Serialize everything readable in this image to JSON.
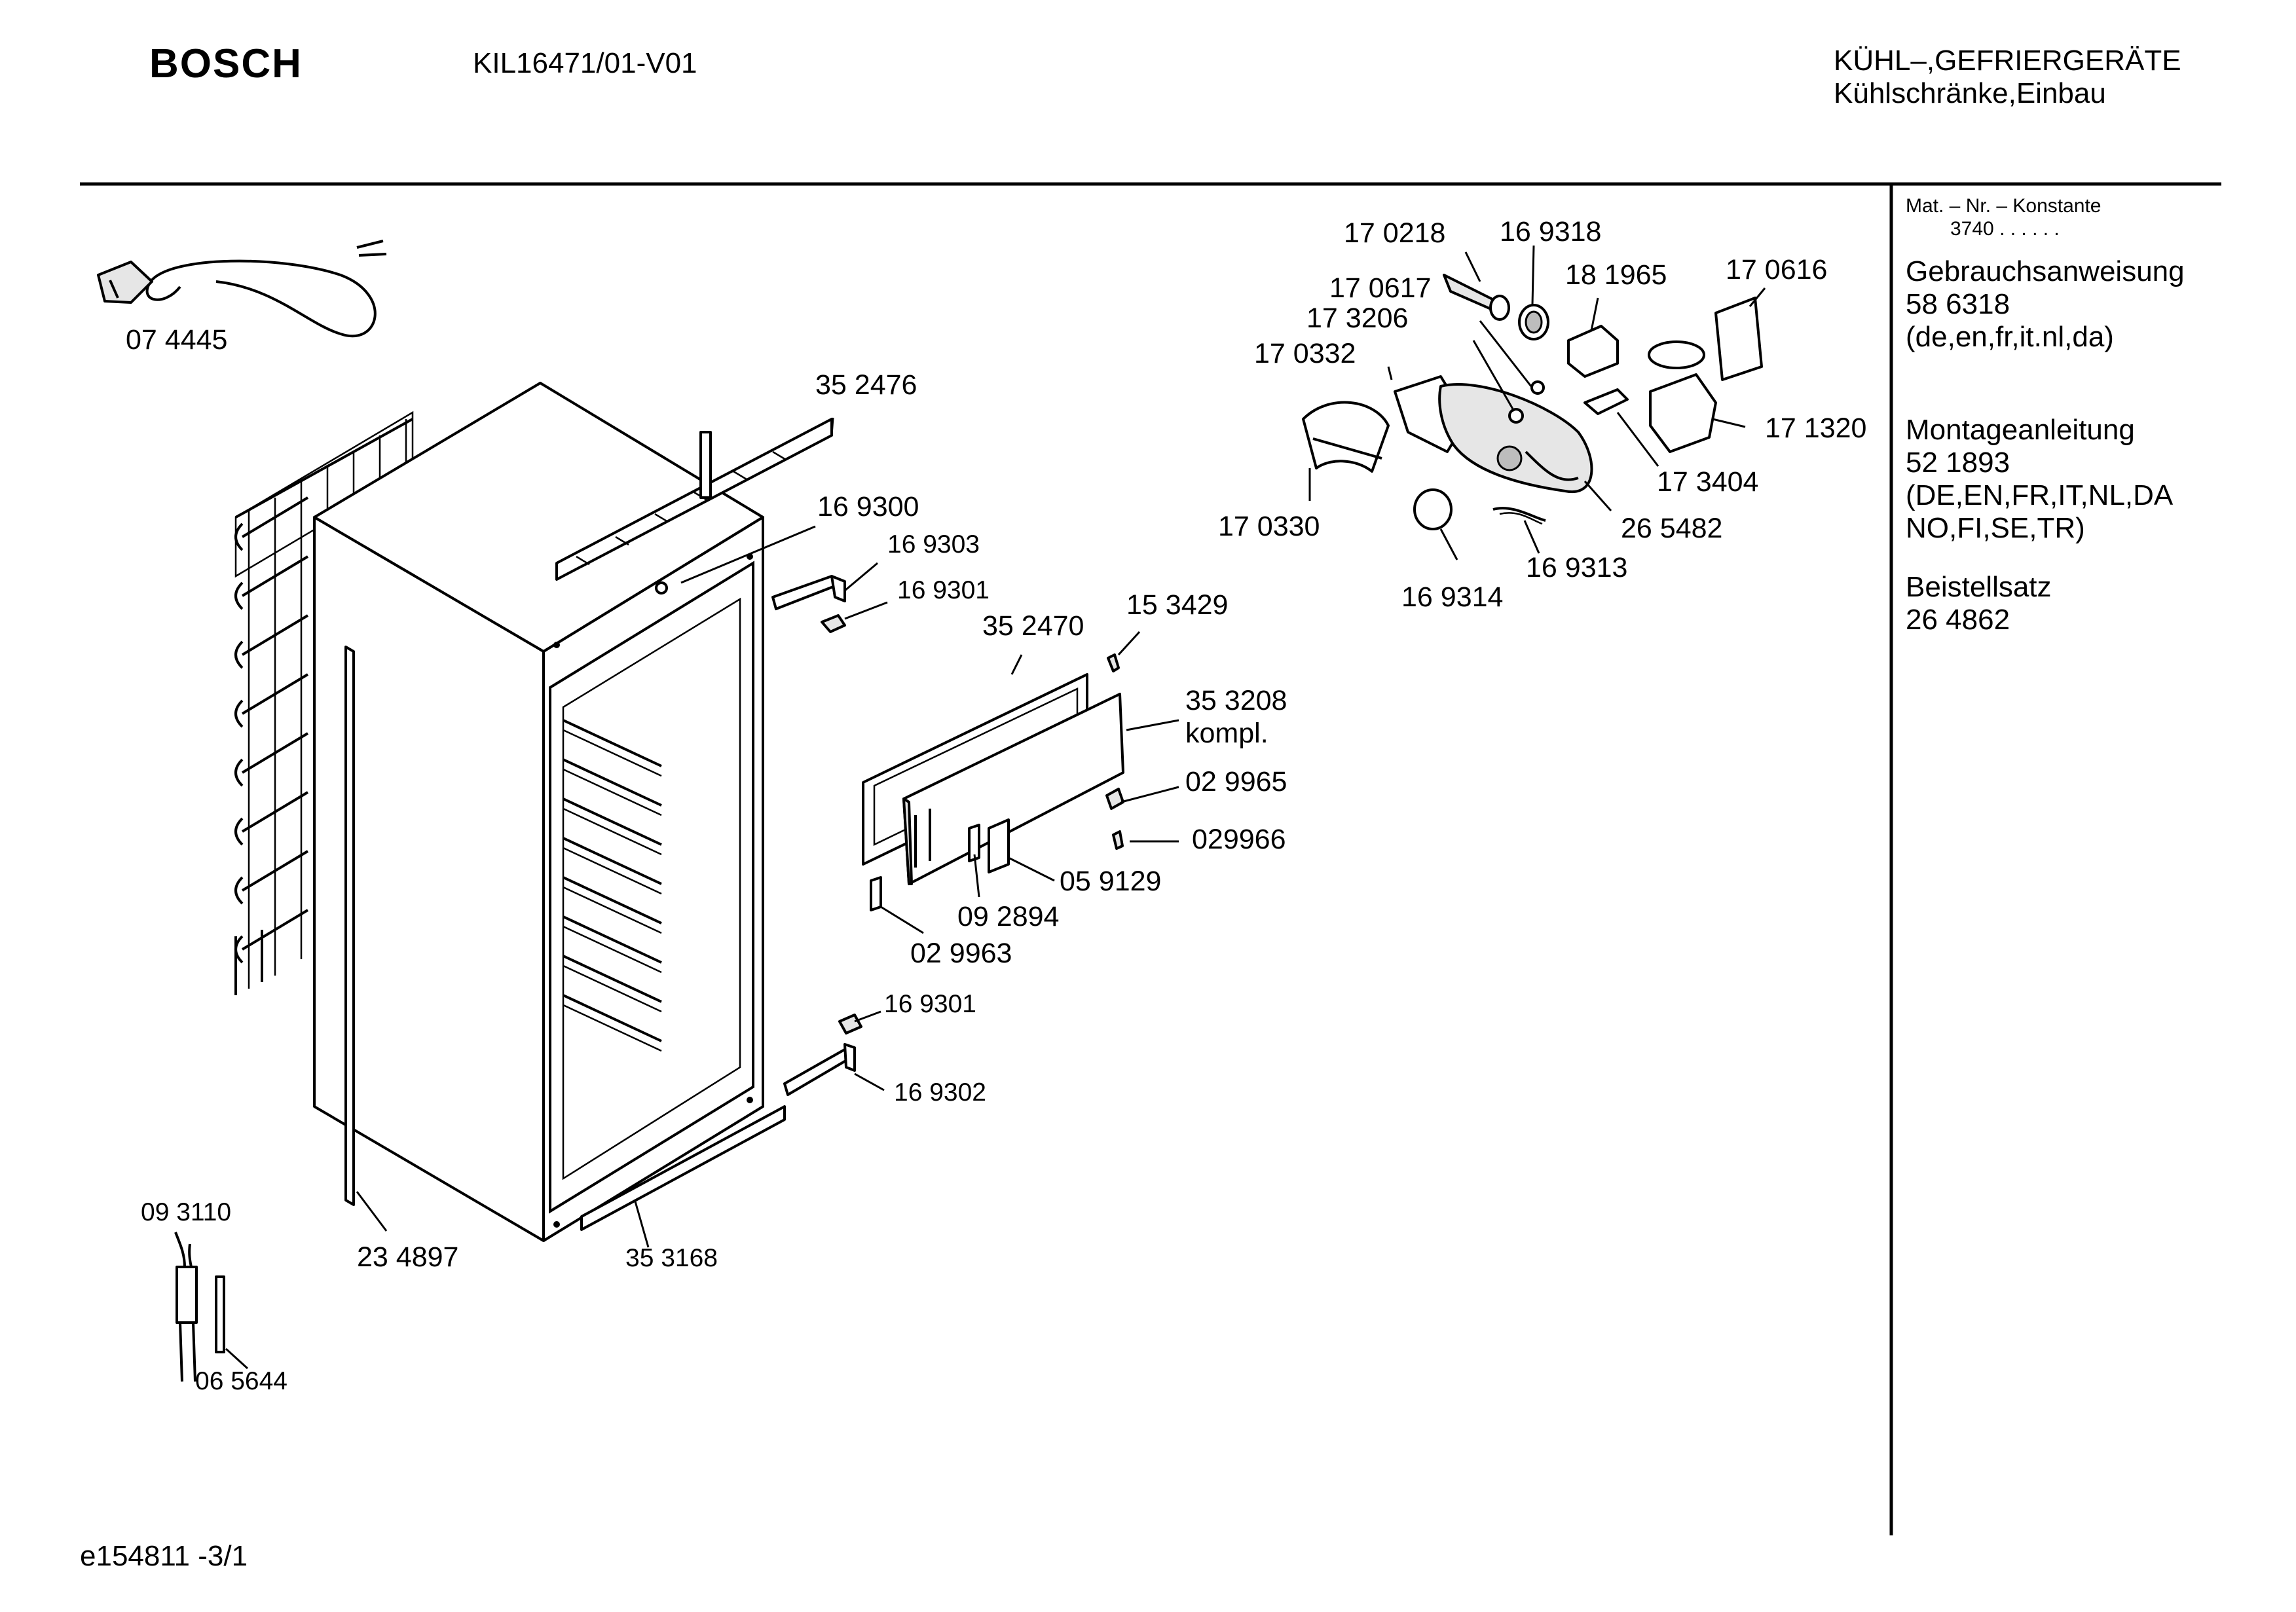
{
  "header": {
    "brand": "BOSCH",
    "model": "KIL16471/01-V01",
    "category": "KÜHL–,GEFRIERGERÄTE",
    "subcategory": "Kühlschränke,Einbau"
  },
  "sidebar": {
    "mat_label": "Mat. – Nr. – Konstante",
    "mat_value": "3740 . . . . . .",
    "blocks": [
      {
        "lines": [
          "Gebrauchsanweisung",
          "58 6318",
          "(de,en,fr,it.nl,da)"
        ]
      },
      {
        "lines": [
          "Montageanleitung",
          "52 1893",
          "(DE,EN,FR,IT,NL,DA",
          "NO,FI,SE,TR)"
        ]
      },
      {
        "lines": [
          "Beistellsatz",
          "26 4862"
        ]
      }
    ]
  },
  "parts": {
    "p074445": "07 4445",
    "p352476": "35 2476",
    "p169300": "16 9300",
    "p169303": "16 9303",
    "p169301a": "16 9301",
    "p352470": "35 2470",
    "p153429": "15 3429",
    "p353208": "35 3208",
    "p353208b": "kompl.",
    "p029965": "02 9965",
    "p029966": "029966",
    "p059129": "05 9129",
    "p092894": "09 2894",
    "p029963": "02 9963",
    "p169301b": "16 9301",
    "p169302": "16 9302",
    "p093110": "09 3110",
    "p234897": "23 4897",
    "p353168": "35 3168",
    "p065644": "06 5644",
    "p170218": "17 0218",
    "p169318": "16 9318",
    "p181965": "18 1965",
    "p170616": "17 0616",
    "p170617": "17 0617",
    "p173206": "17 3206",
    "p170332": "17 0332",
    "p171320": "17 1320",
    "p173404": "17 3404",
    "p265482": "26 5482",
    "p170330": "17 0330",
    "p169313": "16 9313",
    "p169314": "16 9314"
  },
  "footer": {
    "doc_id": "e154811 -3/1"
  }
}
